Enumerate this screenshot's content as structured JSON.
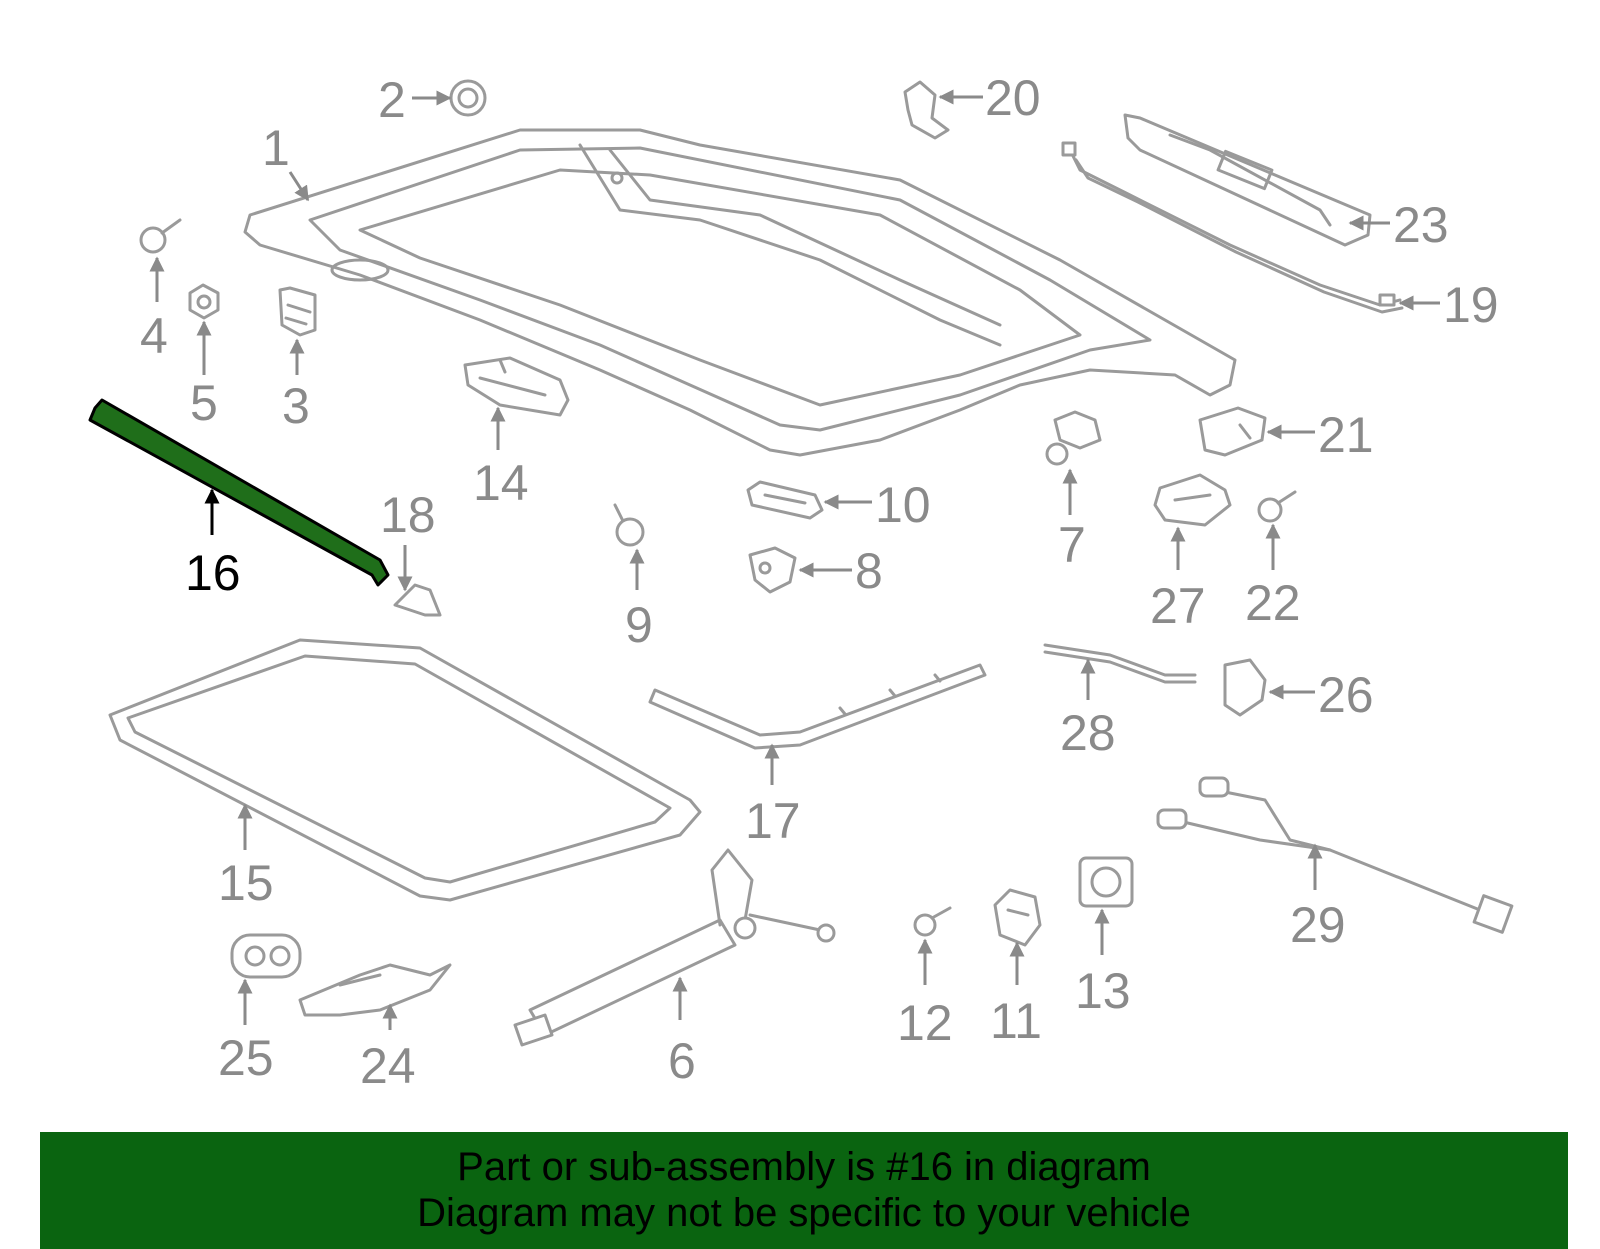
{
  "callouts": [
    "1",
    "2",
    "3",
    "4",
    "5",
    "6",
    "7",
    "8",
    "9",
    "10",
    "11",
    "12",
    "13",
    "14",
    "15",
    "16",
    "17",
    "18",
    "19",
    "20",
    "21",
    "22",
    "23",
    "24",
    "25",
    "26",
    "27",
    "28",
    "29"
  ],
  "highlighted_part": "16",
  "colors": {
    "highlight": "#1f6e1a",
    "banner": "#0a6410",
    "line": "#9a9a9a",
    "callout": "#8a8a8a"
  },
  "banner": {
    "line1": "Part or sub-assembly is #16 in diagram",
    "line2": "Diagram may not be specific to your vehicle"
  }
}
